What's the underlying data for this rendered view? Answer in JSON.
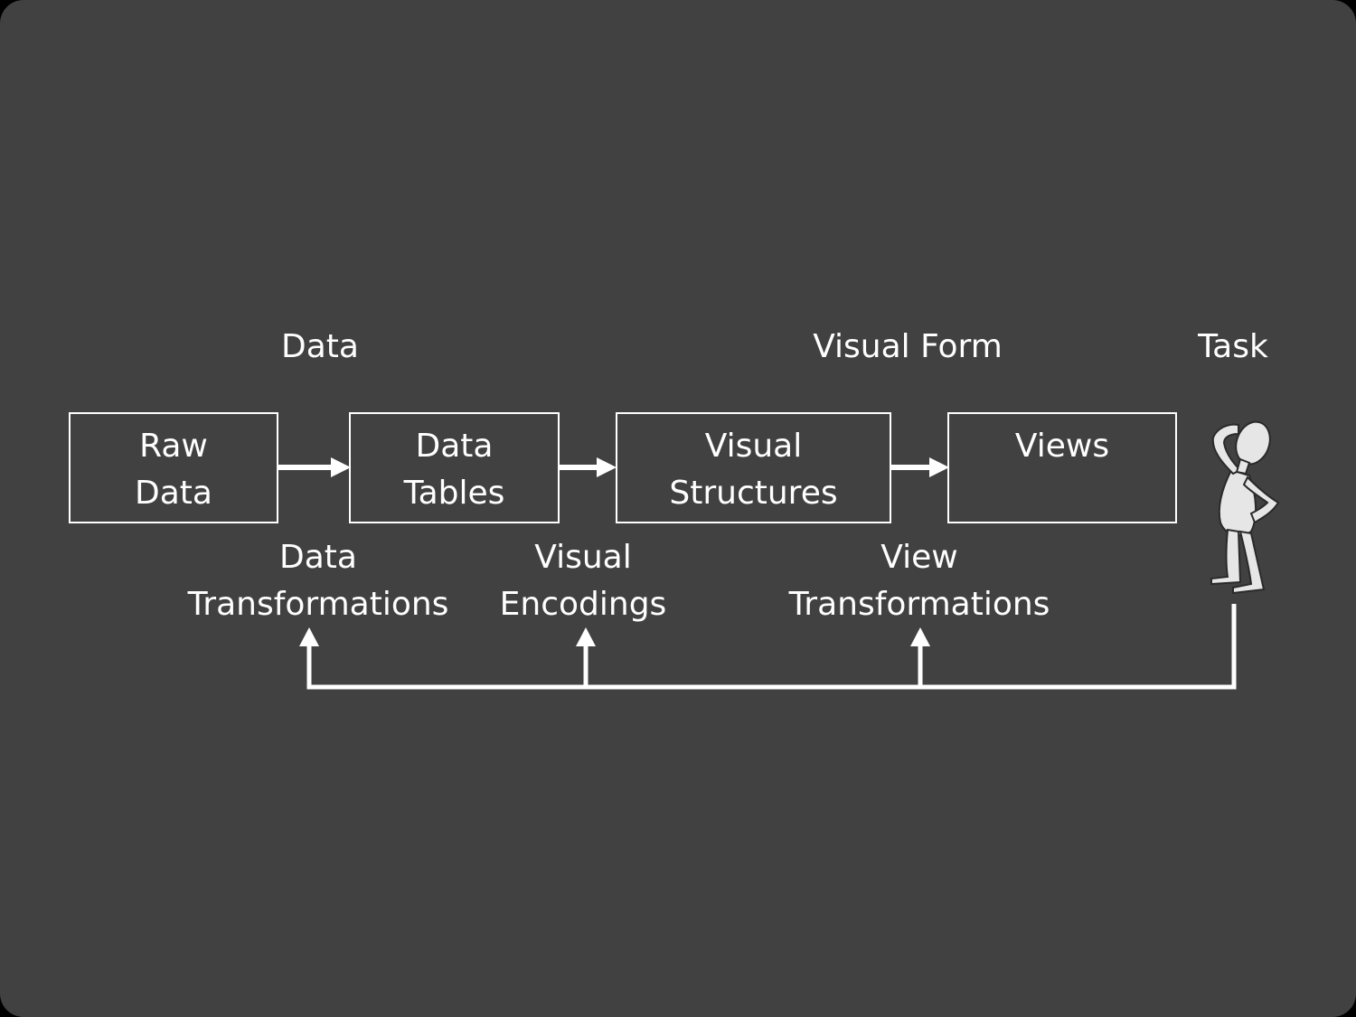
{
  "header_labels": {
    "data": "Data",
    "visual_form": "Visual Form",
    "task": "Task"
  },
  "boxes": {
    "raw_data": {
      "line1": "Raw",
      "line2": "Data"
    },
    "data_tables": {
      "line1": "Data",
      "line2": "Tables"
    },
    "visual_structures": {
      "line1": "Visual",
      "line2": "Structures"
    },
    "views": {
      "line1": "Views",
      "line2": ""
    }
  },
  "transformations": {
    "data": {
      "line1": "Data",
      "line2": "Transformations"
    },
    "visual": {
      "line1": "Visual",
      "line2": "Encodings"
    },
    "view": {
      "line1": "View",
      "line2": "Transformations"
    }
  },
  "icons": {
    "user": "thinking-person-icon"
  },
  "colors": {
    "background": "#414141",
    "foreground": "#ffffff",
    "figure": "#e6e6e6"
  }
}
